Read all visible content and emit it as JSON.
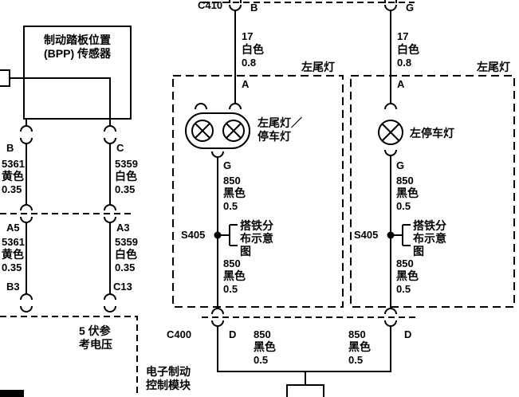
{
  "top_connector": {
    "name": "C410",
    "pin_left": "B",
    "pin_right": "G"
  },
  "bpp_sensor": {
    "name1": "制动踏板位置",
    "name2": "(BPP) 传感器"
  },
  "yellow_wire": {
    "pin_a": "B",
    "c1": "5361",
    "col1": "黄色",
    "g1": "0.35",
    "pin_b": "A5",
    "c2": "5361",
    "col2": "黄色",
    "g2": "0.35",
    "pin_c": "B3"
  },
  "white_wire": {
    "pin_a": "C",
    "c1": "5359",
    "col1": "白色",
    "g1": "0.35",
    "pin_b": "A3",
    "c2": "5359",
    "col2": "白色",
    "g2": "0.35",
    "pin_c": "C13"
  },
  "ebcm": {
    "ref1": "5 伏参",
    "ref2": "考电压",
    "name1": "电子制动",
    "name2": "控制模块"
  },
  "c400": {
    "name": "C400",
    "pin_left": "D",
    "pin_right": "D"
  },
  "lamp1": {
    "box": "左尾灯",
    "f_c": "17",
    "f_col": "白色",
    "f_g": "0.8",
    "pin_in": "A",
    "n1": "左尾灯／",
    "n2": "停车灯",
    "pin_out": "G",
    "w1c": "850",
    "w1col": "黑色",
    "w1g": "0.5",
    "splice": "S405",
    "note1": "搭铁分",
    "note2": "布示意",
    "note3": "图",
    "w2c": "850",
    "w2col": "黑色",
    "w2g": "0.5",
    "w3c": "850",
    "w3col": "黑色",
    "w3g": "0.5"
  },
  "lamp2": {
    "box": "左尾灯",
    "f_c": "17",
    "f_col": "白色",
    "f_g": "0.8",
    "pin_in": "A",
    "n1": "左停车灯",
    "pin_out": "G",
    "w1c": "850",
    "w1col": "黑色",
    "w1g": "0.5",
    "splice": "S405",
    "note1": "搭铁分",
    "note2": "布示意",
    "note3": "图",
    "w2c": "850",
    "w2col": "黑色",
    "w2g": "0.5",
    "w3c": "850",
    "w3col": "黑色",
    "w3g": "0.5"
  }
}
